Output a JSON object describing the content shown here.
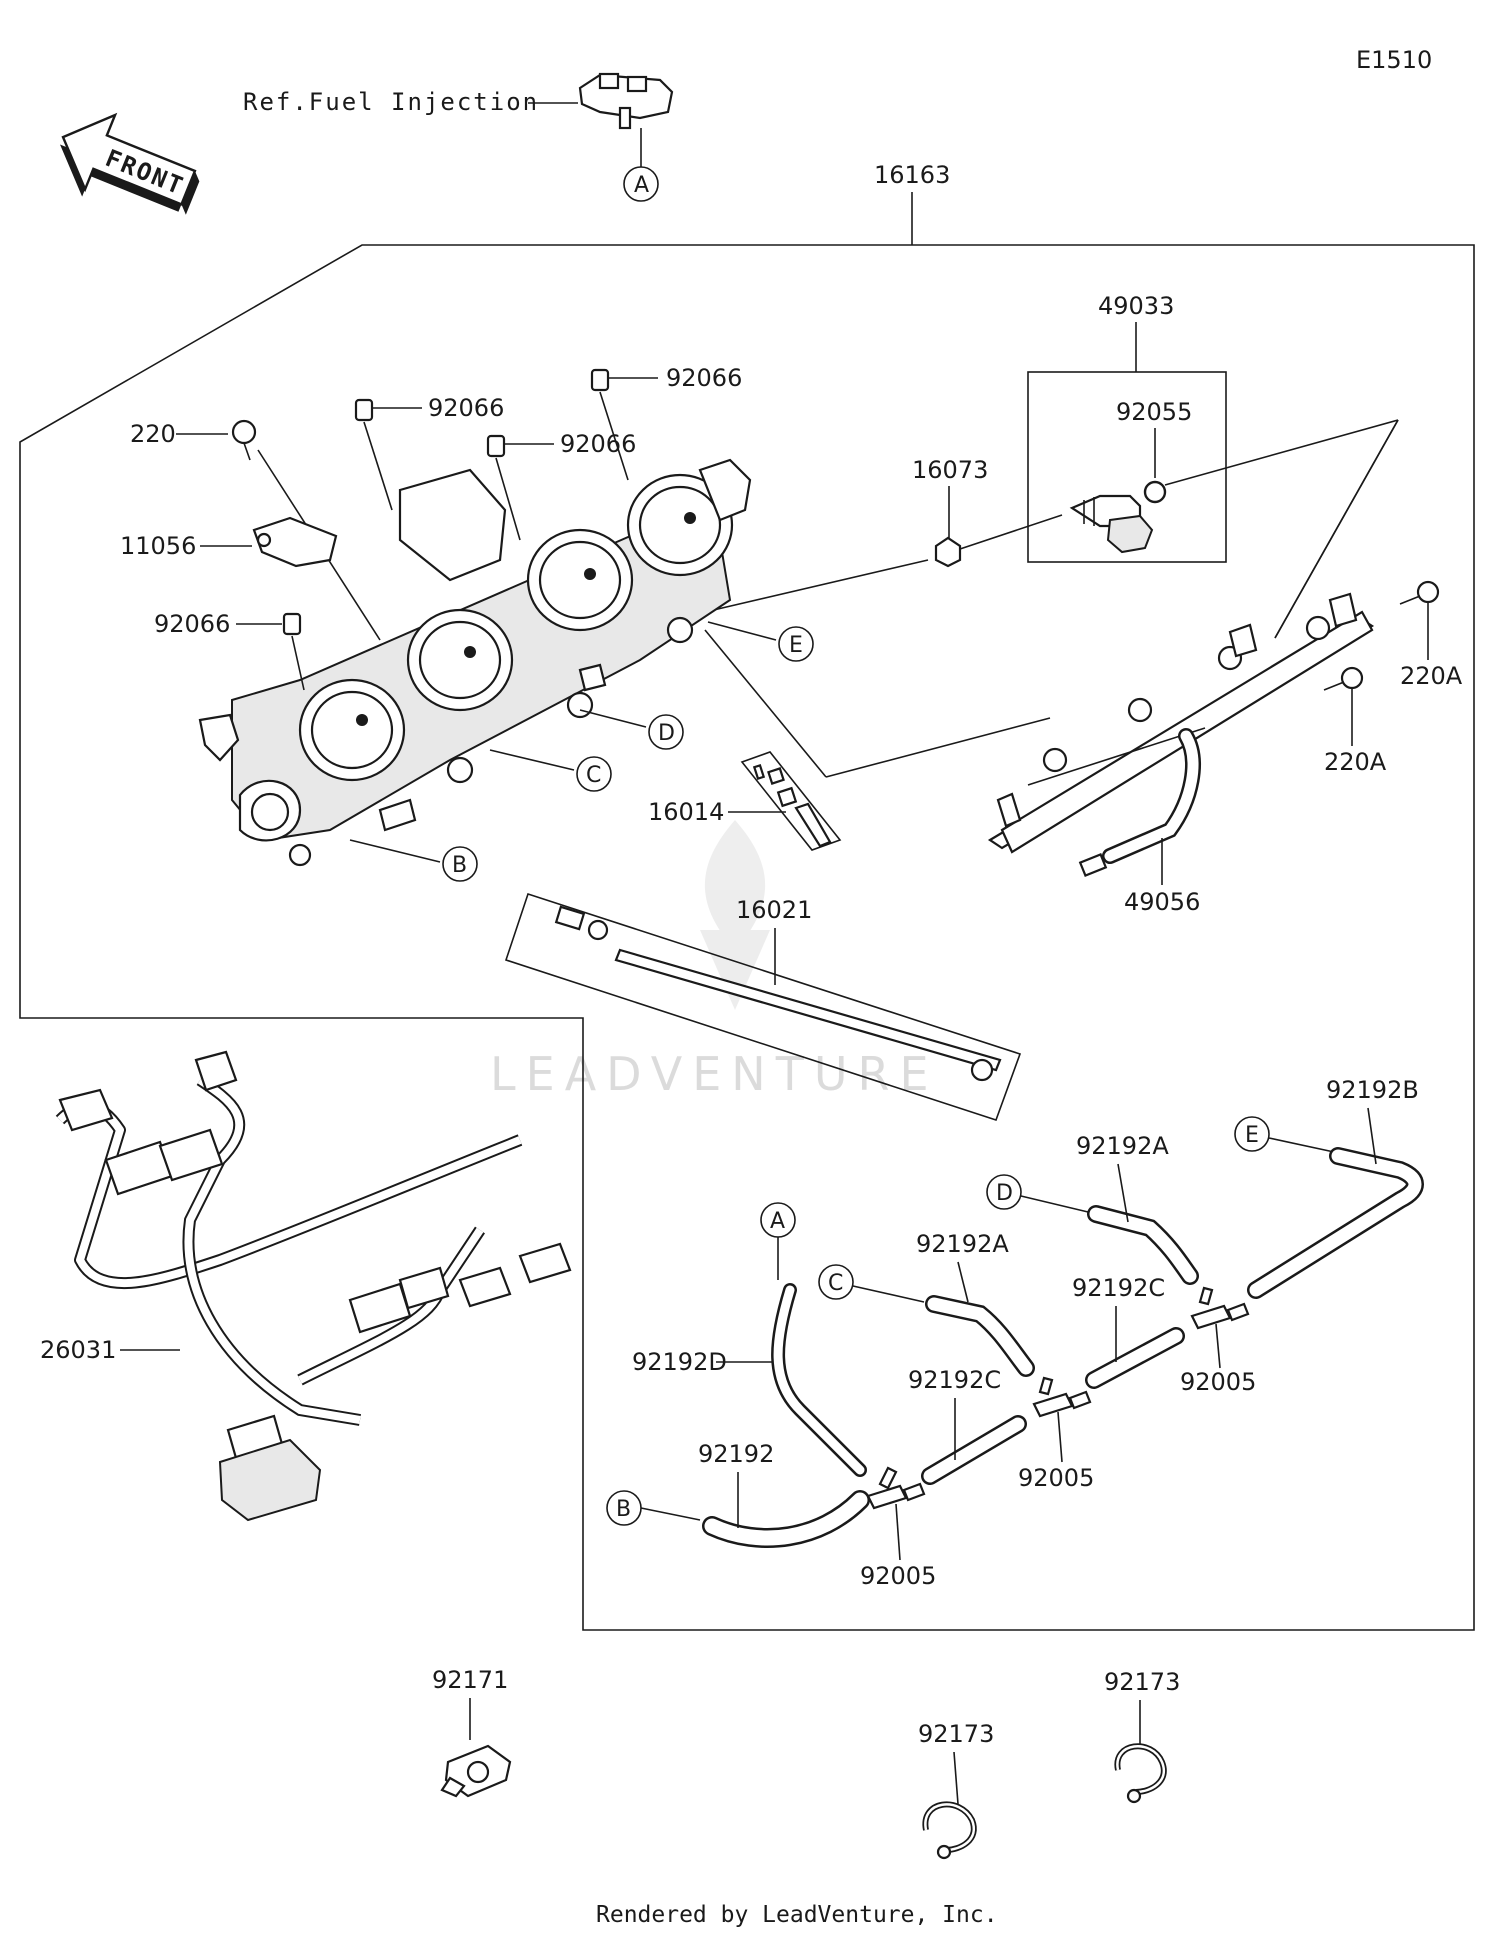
{
  "diagram_code": "E1510",
  "front_label": "FRONT",
  "ref_label": "Ref.Fuel Injection",
  "callouts": {
    "a": "A",
    "b": "B",
    "c": "C",
    "d": "D",
    "e": "E"
  },
  "parts": {
    "p16163": "16163",
    "p49033": "49033",
    "p92055": "92055",
    "p16073": "16073",
    "p92066_a": "92066",
    "p92066_b": "92066",
    "p92066_c": "92066",
    "p92066_d": "92066",
    "p220": "220",
    "p11056": "11056",
    "p220A_a": "220A",
    "p220A_b": "220A",
    "p16014": "16014",
    "p16021": "16021",
    "p49056": "49056",
    "p26031": "26031",
    "p92192B": "92192B",
    "p92192A_a": "92192A",
    "p92192A_b": "92192A",
    "p92192C_a": "92192C",
    "p92192C_b": "92192C",
    "p92192D": "92192D",
    "p92192": "92192",
    "p92005_a": "92005",
    "p92005_b": "92005",
    "p92005_c": "92005",
    "p92171": "92171",
    "p92173_a": "92173",
    "p92173_b": "92173"
  },
  "watermark": "LEADVENTURE",
  "footer": "Rendered by LeadVenture, Inc."
}
